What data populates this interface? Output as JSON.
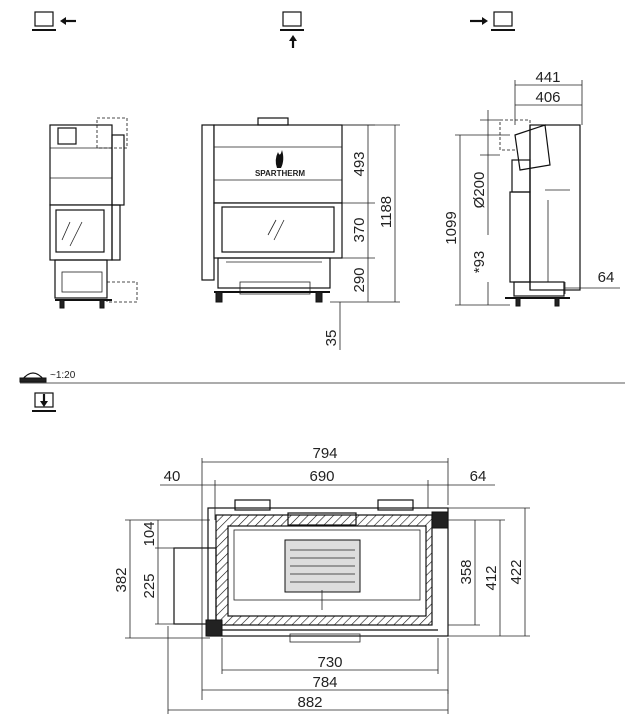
{
  "scale": "~1:20",
  "icons": [
    "view-left-icon",
    "view-front-icon",
    "view-right-icon",
    "scale-icon",
    "view-top-icon"
  ],
  "brand": "SPARTHERM",
  "front": {
    "d493": "493",
    "d370": "370",
    "d290": "290",
    "d1188": "1188",
    "d35": "35"
  },
  "side": {
    "d441": "441",
    "d406": "406",
    "d200": "Ø200",
    "d1099": "1099",
    "d93": "*93",
    "d64": "64"
  },
  "top": {
    "d794": "794",
    "d690": "690",
    "d40": "40",
    "d64": "64",
    "d104": "104",
    "d225": "225",
    "d382": "382",
    "d358": "358",
    "d412": "412",
    "d422": "422",
    "d730": "730",
    "d784": "784",
    "d882": "882"
  }
}
